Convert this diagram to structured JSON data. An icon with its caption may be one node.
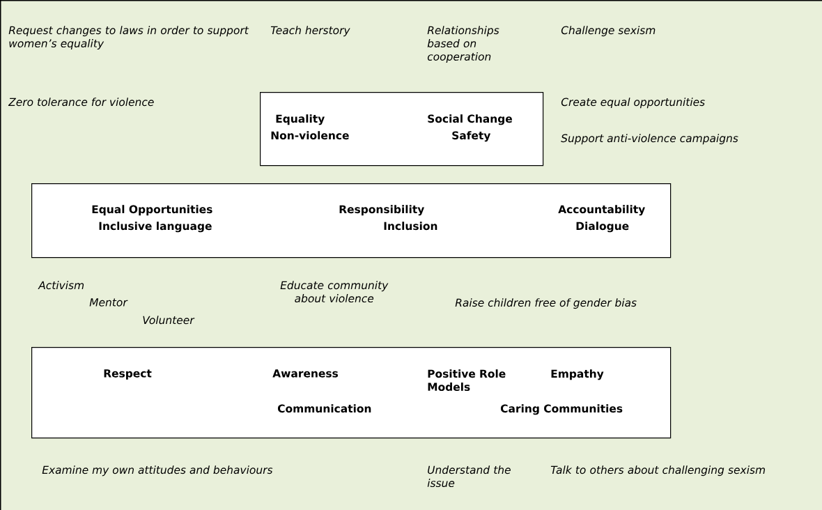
{
  "diagram": {
    "nodes": [
      {
        "text": [
          "Equality",
          "Non-violence",
          "Social Change",
          "Safety"
        ]
      },
      {
        "text": [
          "Equal Opportunities",
          "Inclusive language",
          "Responsibility",
          "Inclusion",
          "Accountability",
          "Dialogue"
        ]
      },
      {
        "text": [
          "Respect",
          "Awareness",
          "Positive Role Models",
          "Empathy",
          "Communication",
          "Caring Communities"
        ]
      }
    ],
    "labels": [
      "Request changes to laws in order to support women’s equality",
      "Teach herstory",
      "Relationships based on cooperation",
      "Challenge sexism",
      "Zero tolerance for violence",
      "Create equal opportunities",
      "Support anti-violence campaigns",
      "Activism",
      "Educate community about violence",
      "Raise children free of gender bias",
      "Mentor",
      "Volunteer",
      "Examine my own attitudes and behaviours",
      "Understand the issue",
      "Talk to others about challenging sexism"
    ]
  }
}
